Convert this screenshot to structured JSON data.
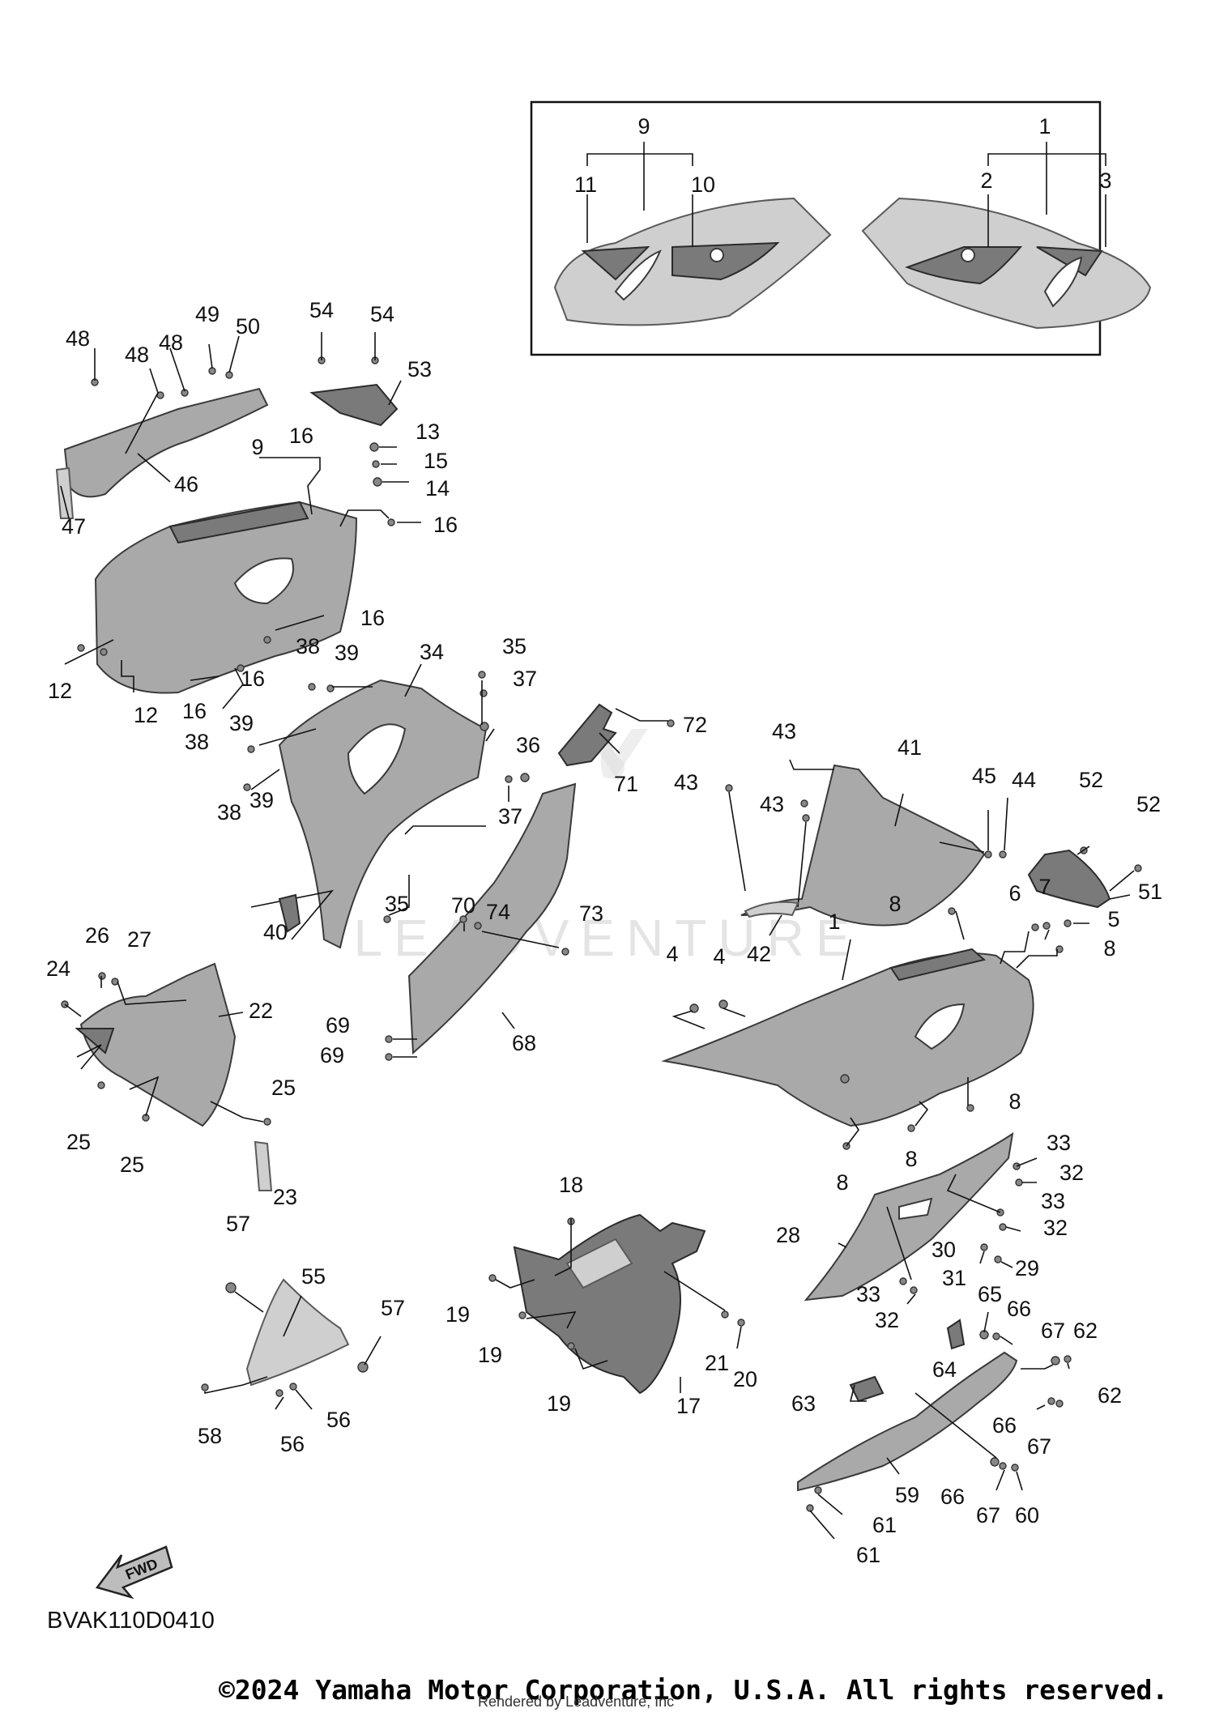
{
  "diagram_code": "BVAK110D0410",
  "copyright": "©2024 Yamaha Motor Corporation, U.S.A. All rights reserved.",
  "render_credit": "Rendered by Leadventure, Inc",
  "watermark_text": "LEADVENTURE",
  "fwd_label": "FWD",
  "callouts": [
    "1",
    "2",
    "3",
    "4",
    "5",
    "6",
    "7",
    "8",
    "9",
    "10",
    "11",
    "12",
    "13",
    "14",
    "15",
    "16",
    "17",
    "18",
    "19",
    "20",
    "21",
    "22",
    "23",
    "24",
    "25",
    "26",
    "27",
    "28",
    "29",
    "30",
    "31",
    "32",
    "33",
    "34",
    "35",
    "36",
    "37",
    "38",
    "39",
    "40",
    "41",
    "42",
    "43",
    "44",
    "45",
    "46",
    "47",
    "48",
    "49",
    "50",
    "51",
    "52",
    "53",
    "54",
    "55",
    "56",
    "57",
    "58",
    "59",
    "60",
    "61",
    "62",
    "63",
    "64",
    "65",
    "66",
    "67",
    "68",
    "69",
    "70",
    "71",
    "72",
    "73",
    "74"
  ]
}
